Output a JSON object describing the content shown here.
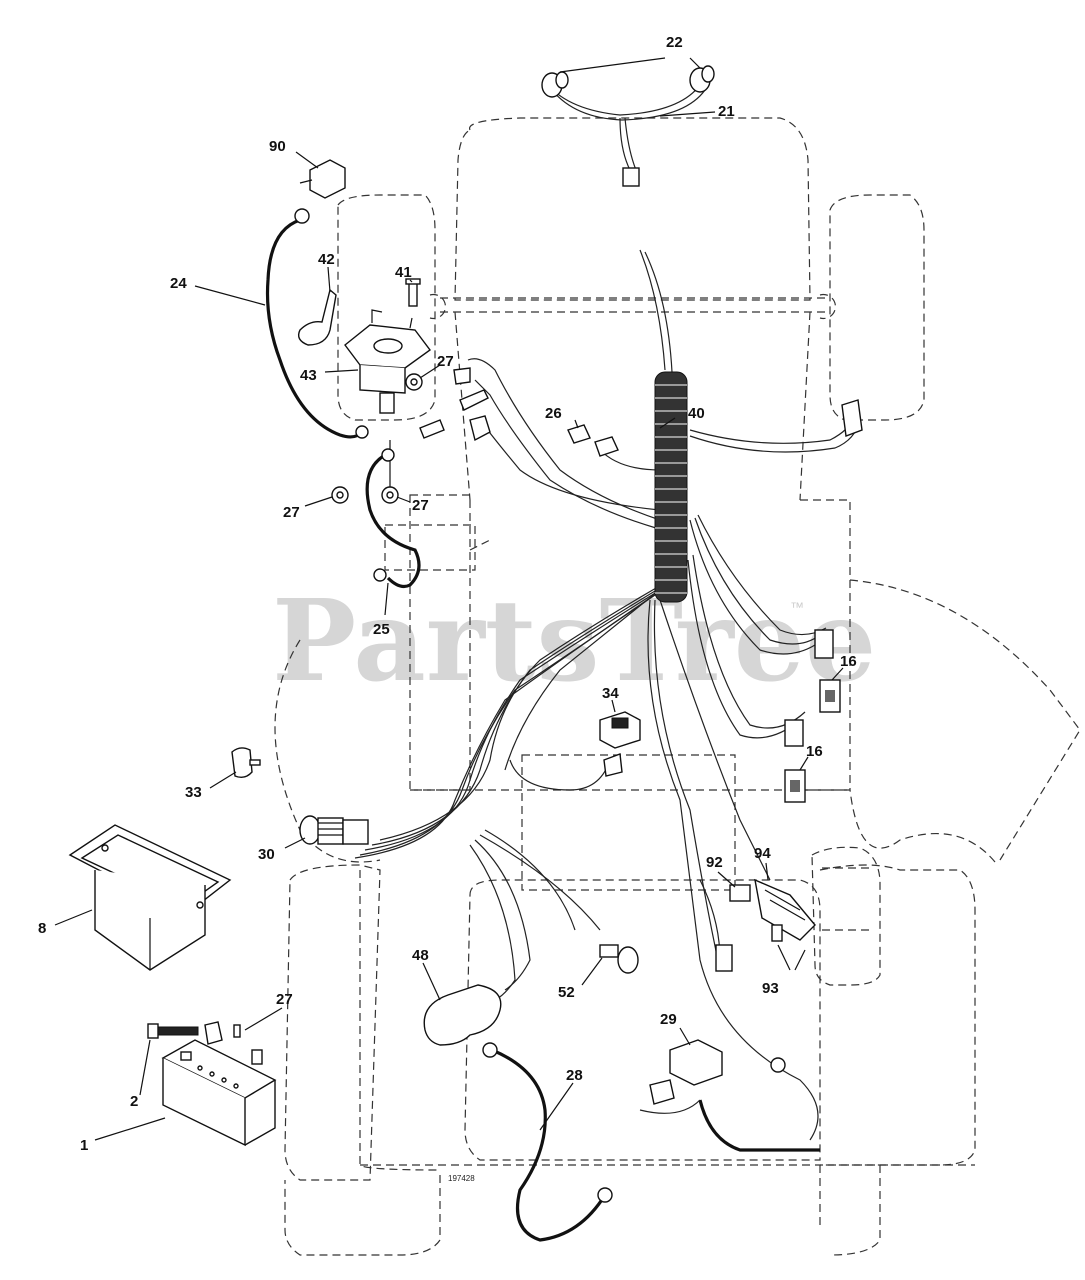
{
  "watermark": "PartsTree",
  "trademark": "™",
  "drawing_number": "197428",
  "callouts": {
    "c1": "1",
    "c2": "2",
    "c8": "8",
    "c16a": "16",
    "c16b": "16",
    "c21": "21",
    "c22": "22",
    "c24": "24",
    "c25": "25",
    "c26": "26",
    "c27a": "27",
    "c27b": "27",
    "c27c": "27",
    "c27d": "27",
    "c28": "28",
    "c29": "29",
    "c30": "30",
    "c33": "33",
    "c34": "34",
    "c40": "40",
    "c41": "41",
    "c42": "42",
    "c43": "43",
    "c48": "48",
    "c52": "52",
    "c90": "90",
    "c92": "92",
    "c93": "93",
    "c94": "94"
  }
}
